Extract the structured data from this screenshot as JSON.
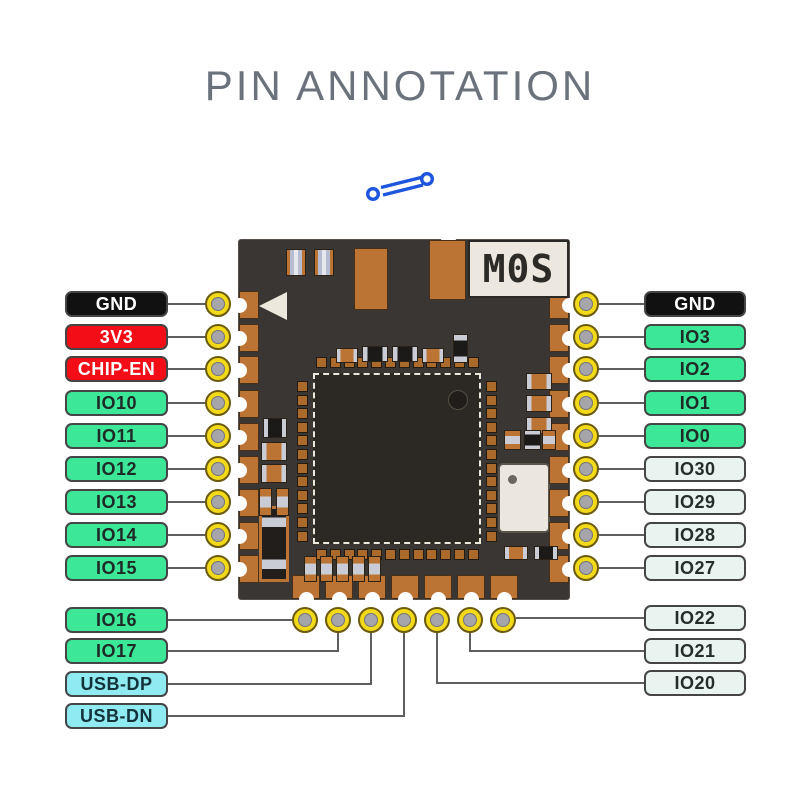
{
  "title": "PIN ANNOTATION",
  "module_label": "M0S",
  "colors": {
    "title_text": "#6b727b",
    "accent_blue": "#1d55dd",
    "pcb_body": "#393633",
    "copper": "#bc7434",
    "pad_yellow": "#f3da18",
    "pad_inner_gray": "#a6a6aa",
    "module_label_bg": "#ece8df",
    "wire_gray": "#5f5f5f"
  },
  "pin_colors": {
    "ground": "#111111",
    "power": "#f20d17",
    "gpio": "#3ce897",
    "usb": "#8feaf2",
    "alt": "#e9f3f0"
  },
  "pin_text_colors": {
    "ground": "#ffffff",
    "power": "#ffffff",
    "gpio": "#1e2a26",
    "usb": "#14323a",
    "alt": "#262e2c"
  },
  "left_pins": [
    {
      "label": "GND",
      "type": "ground"
    },
    {
      "label": "3V3",
      "type": "power"
    },
    {
      "label": "CHIP-EN",
      "type": "power"
    },
    {
      "label": "IO10",
      "type": "gpio"
    },
    {
      "label": "IO11",
      "type": "gpio"
    },
    {
      "label": "IO12",
      "type": "gpio"
    },
    {
      "label": "IO13",
      "type": "gpio"
    },
    {
      "label": "IO14",
      "type": "gpio"
    },
    {
      "label": "IO15",
      "type": "gpio"
    }
  ],
  "right_pins": [
    {
      "label": "GND",
      "type": "ground"
    },
    {
      "label": "IO3",
      "type": "gpio"
    },
    {
      "label": "IO2",
      "type": "gpio"
    },
    {
      "label": "IO1",
      "type": "gpio"
    },
    {
      "label": "IO0",
      "type": "gpio"
    },
    {
      "label": "IO30",
      "type": "alt"
    },
    {
      "label": "IO29",
      "type": "alt"
    },
    {
      "label": "IO28",
      "type": "alt"
    },
    {
      "label": "IO27",
      "type": "alt"
    }
  ],
  "bottom_left_pins": [
    {
      "label": "IO16",
      "type": "gpio"
    },
    {
      "label": "IO17",
      "type": "gpio"
    },
    {
      "label": "USB-DP",
      "type": "usb"
    },
    {
      "label": "USB-DN",
      "type": "usb"
    }
  ],
  "bottom_right_pins": [
    {
      "label": "IO22",
      "type": "alt"
    },
    {
      "label": "IO21",
      "type": "alt"
    },
    {
      "label": "IO20",
      "type": "alt"
    }
  ]
}
